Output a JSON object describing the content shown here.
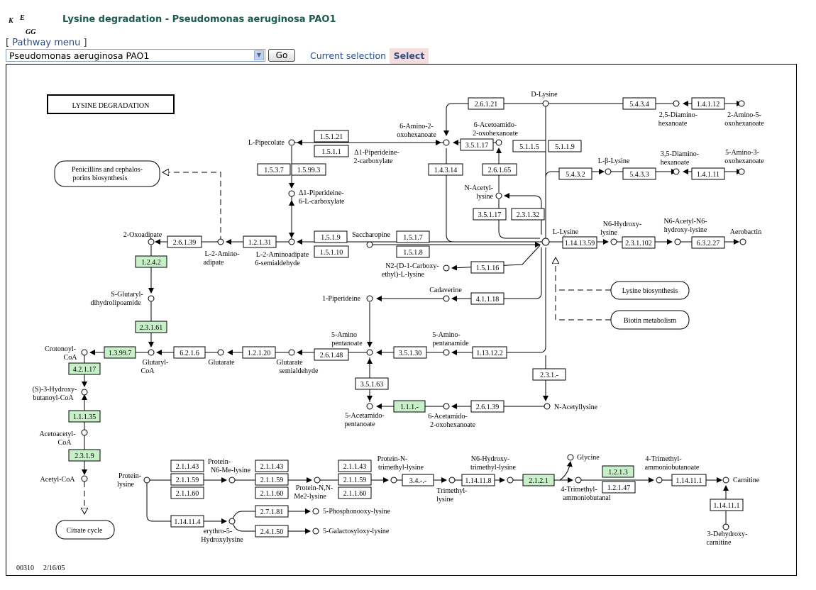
{
  "header": {
    "logo_text": "KEGG",
    "title": "Lysine degradation - Pseudomonas aeruginosa PAO1"
  },
  "nav": {
    "bracket_open": "[",
    "menu_label": "Pathway menu",
    "bracket_close": "]",
    "organism_value": "Pseudomonas aeruginosa PAO1",
    "go_label": "Go",
    "current_selection_label": "Current selection",
    "select_label": "Select"
  },
  "map": {
    "title": "LYSINE DEGRADATION",
    "footer_id": "00310",
    "footer_date": "2/16/05",
    "enzymes": [
      {
        "id": "e1",
        "label": "2.6.1.21",
        "found": false
      },
      {
        "id": "e2",
        "label": "5.4.3.4",
        "found": false
      },
      {
        "id": "e3",
        "label": "1.4.1.12",
        "found": false
      },
      {
        "id": "e4",
        "label": "1.5.1.21",
        "found": false
      },
      {
        "id": "e5",
        "label": "1.5.1.1",
        "found": false
      },
      {
        "id": "e6",
        "label": "3.5.1.17",
        "found": false
      },
      {
        "id": "e7",
        "label": "5.1.1.5",
        "found": false
      },
      {
        "id": "e8",
        "label": "5.1.1.9",
        "found": false
      },
      {
        "id": "e9",
        "label": "1.5.3.7",
        "found": false
      },
      {
        "id": "e10",
        "label": "1.5.99.3",
        "found": false
      },
      {
        "id": "e11",
        "label": "1.4.3.14",
        "found": false
      },
      {
        "id": "e12",
        "label": "2.6.1.65",
        "found": false
      },
      {
        "id": "e13",
        "label": "5.4.3.2",
        "found": false
      },
      {
        "id": "e14",
        "label": "5.4.3.3",
        "found": false
      },
      {
        "id": "e15",
        "label": "1.4.1.11",
        "found": false
      },
      {
        "id": "e16",
        "label": "3.5.1.17",
        "found": false
      },
      {
        "id": "e17",
        "label": "2.3.1.32",
        "found": false
      },
      {
        "id": "e18",
        "label": "2.6.1.39",
        "found": false
      },
      {
        "id": "e19",
        "label": "1.2.1.31",
        "found": false
      },
      {
        "id": "e20",
        "label": "1.5.1.9",
        "found": false
      },
      {
        "id": "e21",
        "label": "1.5.1.7",
        "found": false
      },
      {
        "id": "e22",
        "label": "1.5.1.10",
        "found": false
      },
      {
        "id": "e23",
        "label": "1.5.1.8",
        "found": false
      },
      {
        "id": "e24",
        "label": "1.14.13.59",
        "found": false
      },
      {
        "id": "e25",
        "label": "2.3.1.102",
        "found": false
      },
      {
        "id": "e26",
        "label": "6.3.2.27",
        "found": false
      },
      {
        "id": "e27",
        "label": "1.2.4.2",
        "found": true
      },
      {
        "id": "e28",
        "label": "1.5.1.16",
        "found": false
      },
      {
        "id": "e29",
        "label": "4.1.1.18",
        "found": false
      },
      {
        "id": "e30",
        "label": "2.3.1.61",
        "found": true
      },
      {
        "id": "e31",
        "label": "1.3.99.7",
        "found": true
      },
      {
        "id": "e32",
        "label": "6.2.1.6",
        "found": false
      },
      {
        "id": "e33",
        "label": "1.2.1.20",
        "found": false
      },
      {
        "id": "e34",
        "label": "2.6.1.48",
        "found": false
      },
      {
        "id": "e35",
        "label": "3.5.1.30",
        "found": false
      },
      {
        "id": "e36",
        "label": "1.13.12.2",
        "found": false
      },
      {
        "id": "e37",
        "label": "4.2.1.17",
        "found": true
      },
      {
        "id": "e38",
        "label": "2.3.1.-",
        "found": false
      },
      {
        "id": "e39",
        "label": "3.5.1.63",
        "found": false
      },
      {
        "id": "e40",
        "label": "1.1.1.35",
        "found": true
      },
      {
        "id": "e41",
        "label": "1.1.1.-",
        "found": true
      },
      {
        "id": "e42",
        "label": "2.6.1.39",
        "found": false
      },
      {
        "id": "e43",
        "label": "2.3.1.9",
        "found": true
      },
      {
        "id": "e44",
        "label": "2.1.1.43",
        "found": false
      },
      {
        "id": "e45",
        "label": "2.1.1.59",
        "found": false
      },
      {
        "id": "e46",
        "label": "2.1.1.60",
        "found": false
      },
      {
        "id": "e47",
        "label": "2.1.1.43",
        "found": false
      },
      {
        "id": "e48",
        "label": "2.1.1.59",
        "found": false
      },
      {
        "id": "e49",
        "label": "2.1.1.60",
        "found": false
      },
      {
        "id": "e50",
        "label": "2.1.1.43",
        "found": false
      },
      {
        "id": "e51",
        "label": "2.1.1.59",
        "found": false
      },
      {
        "id": "e52",
        "label": "2.1.1.60",
        "found": false
      },
      {
        "id": "e53",
        "label": "3.4.-.-",
        "found": false
      },
      {
        "id": "e54",
        "label": "1.14.11.8",
        "found": false
      },
      {
        "id": "e55",
        "label": "2.1.2.1",
        "found": true
      },
      {
        "id": "e56",
        "label": "1.2.1.3",
        "found": true
      },
      {
        "id": "e57",
        "label": "1.2.1.47",
        "found": false
      },
      {
        "id": "e58",
        "label": "1.14.11.1",
        "found": false
      },
      {
        "id": "e59",
        "label": "1.14.11.4",
        "found": false
      },
      {
        "id": "e60",
        "label": "2.7.1.81",
        "found": false
      },
      {
        "id": "e61",
        "label": "2.4.1.50",
        "found": false
      },
      {
        "id": "e62",
        "label": "1.14.11.1",
        "found": false
      }
    ],
    "compounds": [
      {
        "id": "c1",
        "label": "D-Lysine"
      },
      {
        "id": "c2",
        "label": "2,5-Diamino-"
      },
      {
        "id": "c2b",
        "label": "hexanoate"
      },
      {
        "id": "c3",
        "label": "2-Amino-5-"
      },
      {
        "id": "c3b",
        "label": "oxohexanoate"
      },
      {
        "id": "c4",
        "label": "L-Pipecolate"
      },
      {
        "id": "c5",
        "label": "6-Amino-2-"
      },
      {
        "id": "c5b",
        "label": "oxohexanoate"
      },
      {
        "id": "c6",
        "label": "6-Acetoamido-"
      },
      {
        "id": "c6b",
        "label": "2-oxohexanoate"
      },
      {
        "id": "c7",
        "label": "Δ1-Piperideine-"
      },
      {
        "id": "c7b",
        "label": "2-carboxylate"
      },
      {
        "id": "c8",
        "label": "L-β-Lysine"
      },
      {
        "id": "c9",
        "label": "3,5-Diamino-"
      },
      {
        "id": "c9b",
        "label": "hexanoate"
      },
      {
        "id": "c10",
        "label": "5-Amino-3-"
      },
      {
        "id": "c10b",
        "label": "oxohexanoate"
      },
      {
        "id": "c11",
        "label": "Δ1-Piperideine-"
      },
      {
        "id": "c11b",
        "label": "6-L-carboxylate"
      },
      {
        "id": "c12",
        "label": "N-Acetyl-"
      },
      {
        "id": "c12b",
        "label": "lysine"
      },
      {
        "id": "c13",
        "label": "2-Oxoadipate"
      },
      {
        "id": "c14",
        "label": "L-2-Amino-"
      },
      {
        "id": "c14b",
        "label": "adipate"
      },
      {
        "id": "c15",
        "label": "L-2-Aminoadipate"
      },
      {
        "id": "c15b",
        "label": "6-semialdehyde"
      },
      {
        "id": "c16",
        "label": "Saccharopine"
      },
      {
        "id": "c17",
        "label": "L-Lysine"
      },
      {
        "id": "c18",
        "label": "N6-Hydroxy-"
      },
      {
        "id": "c18b",
        "label": "lysine"
      },
      {
        "id": "c19",
        "label": "N6-Acetyl-N6-"
      },
      {
        "id": "c19b",
        "label": "hydroxy-lysine"
      },
      {
        "id": "c20",
        "label": "Aerobactin"
      },
      {
        "id": "c21",
        "label": "N2-(D-1-Carboxy-"
      },
      {
        "id": "c21b",
        "label": "ethyl)-L-lysine"
      },
      {
        "id": "c22",
        "label": "S-Glutaryl-"
      },
      {
        "id": "c22b",
        "label": "dihydrolipoamide"
      },
      {
        "id": "c23",
        "label": "1-Piperideine"
      },
      {
        "id": "c24",
        "label": "Cadaverine"
      },
      {
        "id": "c25",
        "label": "Crotonoyl-"
      },
      {
        "id": "c25b",
        "label": "CoA"
      },
      {
        "id": "c26",
        "label": "Glutaryl-"
      },
      {
        "id": "c26b",
        "label": "CoA"
      },
      {
        "id": "c27",
        "label": "Glutarate"
      },
      {
        "id": "c28",
        "label": "Glutarate"
      },
      {
        "id": "c28b",
        "label": "semialdehyde"
      },
      {
        "id": "c29",
        "label": "5-Amino"
      },
      {
        "id": "c29b",
        "label": "pentanoate"
      },
      {
        "id": "c30",
        "label": "5-Amino-"
      },
      {
        "id": "c30b",
        "label": "pentanamide"
      },
      {
        "id": "c31",
        "label": "(S)-3-Hydroxy-"
      },
      {
        "id": "c31b",
        "label": "butanoyl-CoA"
      },
      {
        "id": "c32",
        "label": "5-Acetamido-"
      },
      {
        "id": "c32b",
        "label": "pentanoate"
      },
      {
        "id": "c33",
        "label": "6-Acetamido-"
      },
      {
        "id": "c33b",
        "label": "2-oxohexanoate"
      },
      {
        "id": "c34",
        "label": "N-Acetyllysine"
      },
      {
        "id": "c35",
        "label": "Acetoacetyl-"
      },
      {
        "id": "c35b",
        "label": "CoA"
      },
      {
        "id": "c36",
        "label": "Acetyl-CoA"
      },
      {
        "id": "c37",
        "label": "Protein-"
      },
      {
        "id": "c37b",
        "label": "lysine"
      },
      {
        "id": "c38",
        "label": "Protein-"
      },
      {
        "id": "c38b",
        "label": "N6-Me-lysine"
      },
      {
        "id": "c39",
        "label": "Protein-N,N-"
      },
      {
        "id": "c39b",
        "label": "Me2-lysine"
      },
      {
        "id": "c40",
        "label": "Protein-N-"
      },
      {
        "id": "c40b",
        "label": "trimethyl-lysine"
      },
      {
        "id": "c41",
        "label": "Trimethyl-"
      },
      {
        "id": "c41b",
        "label": "lysine"
      },
      {
        "id": "c42",
        "label": "N6-Hydroxy-"
      },
      {
        "id": "c42b",
        "label": "trimethyl-lysine"
      },
      {
        "id": "c43",
        "label": "Glycine"
      },
      {
        "id": "c44",
        "label": "4-Trimethyl-"
      },
      {
        "id": "c44b",
        "label": "ammoniobutanal"
      },
      {
        "id": "c45",
        "label": "4-Trimethyl-"
      },
      {
        "id": "c45b",
        "label": "ammoniobutanoate"
      },
      {
        "id": "c46",
        "label": "Carnitine"
      },
      {
        "id": "c47",
        "label": "3-Dehydroxy-"
      },
      {
        "id": "c47b",
        "label": "carnitine"
      },
      {
        "id": "c48",
        "label": "erythro-5-"
      },
      {
        "id": "c48b",
        "label": "Hydroxylysine"
      },
      {
        "id": "c49",
        "label": "5-Phosphonooxy-lysine"
      },
      {
        "id": "c50",
        "label": "5-Galactosyloxy-lysine"
      }
    ],
    "pathways": [
      {
        "id": "p1",
        "label": "Penicillins and cephalos-"
      },
      {
        "id": "p1b",
        "label": "porins biosynthesis"
      },
      {
        "id": "p2",
        "label": "Lysine biosynthesis"
      },
      {
        "id": "p3",
        "label": "Biotin metabolism"
      },
      {
        "id": "p4",
        "label": "Citrate cycle"
      }
    ],
    "colors": {
      "found": "#c8f0c8",
      "title_text": "#1e5a4e",
      "link": "#2a4d8a"
    }
  }
}
